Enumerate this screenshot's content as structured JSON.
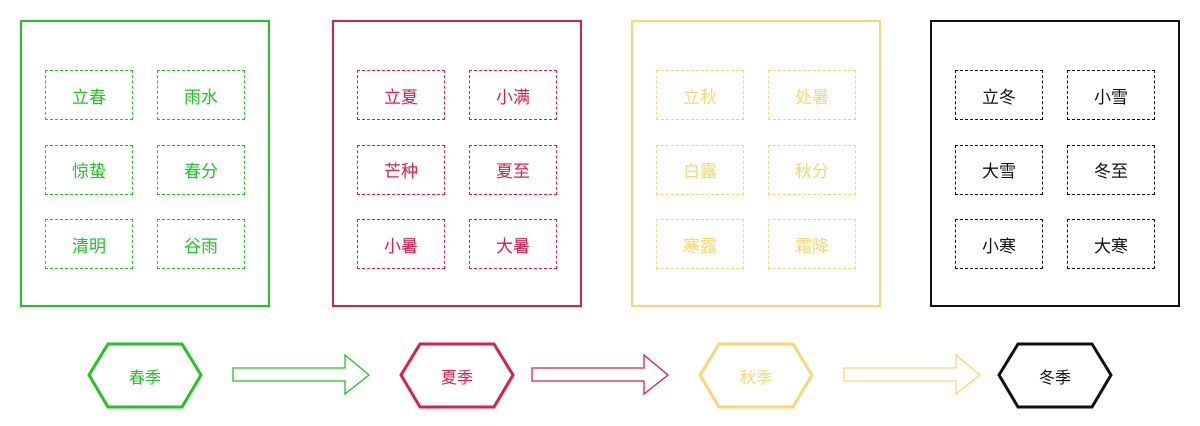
{
  "seasons": [
    {
      "name": "春季",
      "color": "#22c322",
      "terms": [
        "立春",
        "雨水",
        "惊蛰",
        "春分",
        "清明",
        "谷雨"
      ]
    },
    {
      "name": "夏季",
      "color": "#dc1f4a",
      "terms": [
        "立夏",
        "小满",
        "芒种",
        "夏至",
        "小暑",
        "大暑"
      ]
    },
    {
      "name": "秋季",
      "color": "#f7d770",
      "terms": [
        "立秋",
        "处暑",
        "白露",
        "秋分",
        "寒露",
        "霜降"
      ]
    },
    {
      "name": "冬季",
      "color": "#111111",
      "terms": [
        "立冬",
        "小雪",
        "大雪",
        "冬至",
        "小寒",
        "大寒"
      ]
    }
  ]
}
